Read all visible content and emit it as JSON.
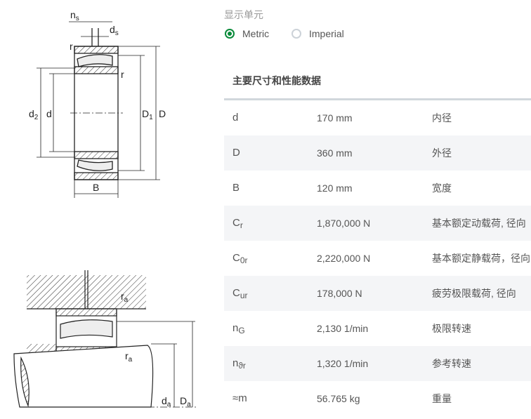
{
  "units": {
    "label": "显示单元",
    "options": [
      {
        "label": "Metric",
        "selected": true
      },
      {
        "label": "Imperial",
        "selected": false
      }
    ]
  },
  "section_title": "主要尺寸和性能数据",
  "rows": [
    {
      "symbol": "d",
      "sub": "",
      "value": "170 mm",
      "desc": "内径"
    },
    {
      "symbol": "D",
      "sub": "",
      "value": "360 mm",
      "desc": "外径"
    },
    {
      "symbol": "B",
      "sub": "",
      "value": "120 mm",
      "desc": "宽度"
    },
    {
      "symbol": "C",
      "sub": "r",
      "value": "1,870,000 N",
      "desc": "基本额定动载荷, 径向"
    },
    {
      "symbol": "C",
      "sub": "0r",
      "value": "2,220,000 N",
      "desc": "基本额定静载荷，径向"
    },
    {
      "symbol": "C",
      "sub": "ur",
      "value": "178,000 N",
      "desc": "疲劳极限载荷, 径向"
    },
    {
      "symbol": "n",
      "sub": "G",
      "value": "2,130 1/min",
      "desc": "极限转速"
    },
    {
      "symbol": "n",
      "sub": "ϑr",
      "value": "1,320 1/min",
      "desc": "参考转速"
    },
    {
      "symbol": "≈m",
      "sub": "",
      "value": "56.765 kg",
      "desc": "重量"
    }
  ],
  "drawing_labels": {
    "ns": "n",
    "ns_sub": "s",
    "ds": "d",
    "ds_sub": "s",
    "r": "r",
    "d2": "d",
    "d2_sub": "2",
    "d": "d",
    "D1": "D",
    "D1_sub": "1",
    "D": "D",
    "B": "B",
    "ra": "r",
    "ra_sub": "a",
    "da": "d",
    "da_sub": "a",
    "Da": "D",
    "Da_sub": "a"
  },
  "colors": {
    "accent": "#0a8a3a"
  }
}
